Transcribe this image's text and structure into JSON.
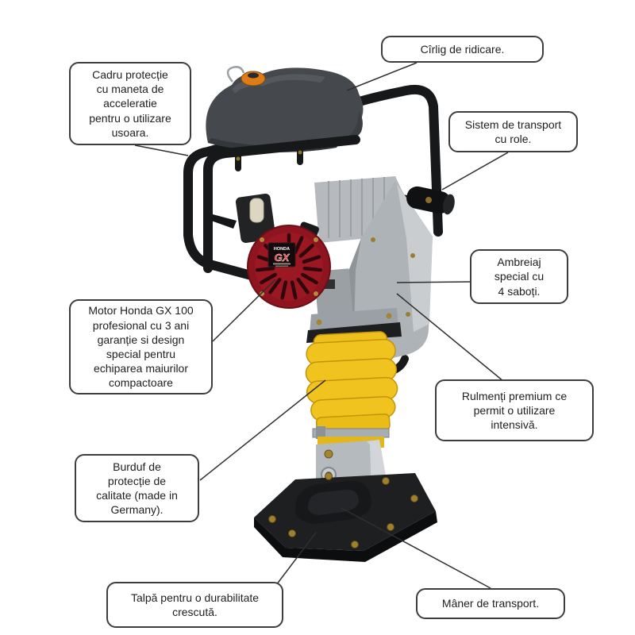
{
  "figure": {
    "kind": "annotated product diagram",
    "subject_visible": "tamping rammer compactor photo with labeled features"
  },
  "colors": {
    "background": "#ffffff",
    "callout_border": "#3d3d3d",
    "callout_text": "#1e1e1e",
    "leader_line": "#2f2f2f",
    "frame_black": "#17181a",
    "tank_gray": "#45494e",
    "cap_orange": "#de7d17",
    "engine_red": "#9b1722",
    "metal_silver": "#b3b8bc",
    "bellows_yellow": "#f0c31f",
    "foot_black": "#1e1f21",
    "bolt_gold": "#a07f2e"
  },
  "machine": {
    "brand_label": "HONDA",
    "model_label": "GX"
  },
  "callouts": [
    {
      "id": "cadru-protectie",
      "text": "Cadru protecție\ncu maneta de\nacceleratie\npentru o utilizare\nusoara."
    },
    {
      "id": "cirlig-ridicare",
      "text": "Cîrlig de ridicare."
    },
    {
      "id": "sistem-transport",
      "text": "Sistem de transport\ncu role."
    },
    {
      "id": "ambreiaj",
      "text": "Ambreiaj\nspecial cu\n4 saboți."
    },
    {
      "id": "motor-honda",
      "text": "Motor Honda GX 100\nprofesional cu 3 ani\ngaranție si design\nspecial pentru\nechiparea maiurilor\ncompactoare"
    },
    {
      "id": "rulmenti",
      "text": "Rulmenți premium ce\npermit o utilizare\nintensivă."
    },
    {
      "id": "burduf",
      "text": "Burduf de\nprotecție de\ncalitate (made in\nGermany)."
    },
    {
      "id": "talpa",
      "text": "Talpă pentru o durabilitate\ncrescută."
    },
    {
      "id": "maner-transport",
      "text": "Mâner de transport."
    }
  ]
}
